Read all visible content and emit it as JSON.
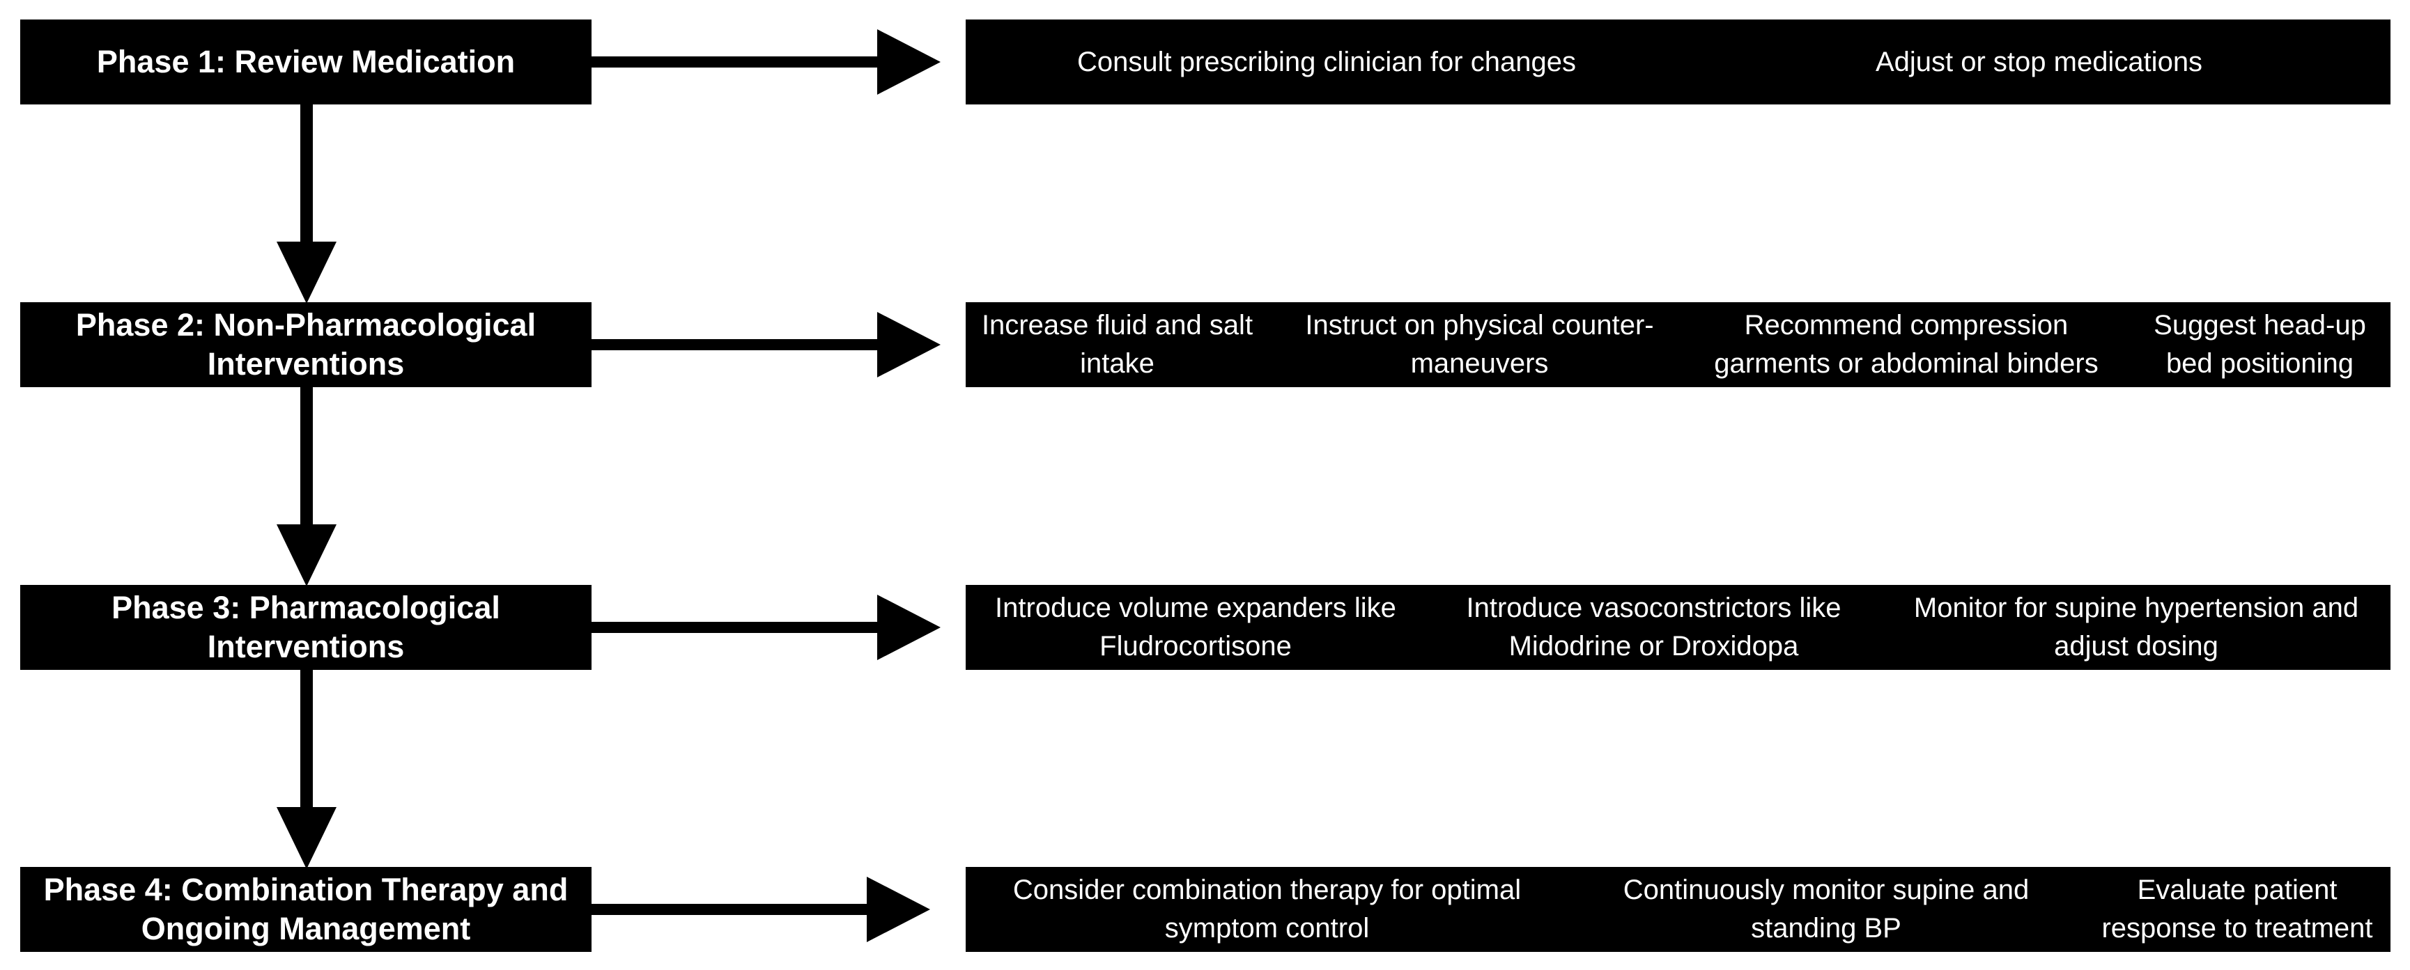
{
  "phases": [
    {
      "label": "Phase 1: Review Medication",
      "steps": [
        "Consult prescribing clinician for changes",
        "Adjust or stop medications"
      ]
    },
    {
      "label": "Phase 2: Non-Pharmacological Interventions",
      "steps": [
        "Increase fluid and salt intake",
        "Instruct on physical counter-maneuvers",
        "Recommend compression garments or abdominal binders",
        "Suggest head-up bed positioning"
      ]
    },
    {
      "label": "Phase 3: Pharmacological Interventions",
      "steps": [
        "Introduce volume expanders like Fludrocortisone",
        "Introduce vasoconstrictors like Midodrine or Droxidopa",
        "Monitor for supine hypertension and adjust dosing"
      ]
    },
    {
      "label": "Phase 4: Combination Therapy and Ongoing Management",
      "steps": [
        "Consider combination therapy for optimal symptom control",
        "Continuously monitor supine and standing BP",
        "Evaluate patient response to treatment"
      ]
    }
  ],
  "colors": {
    "box": "#000000",
    "text": "#ffffff",
    "arrow": "#000000"
  }
}
